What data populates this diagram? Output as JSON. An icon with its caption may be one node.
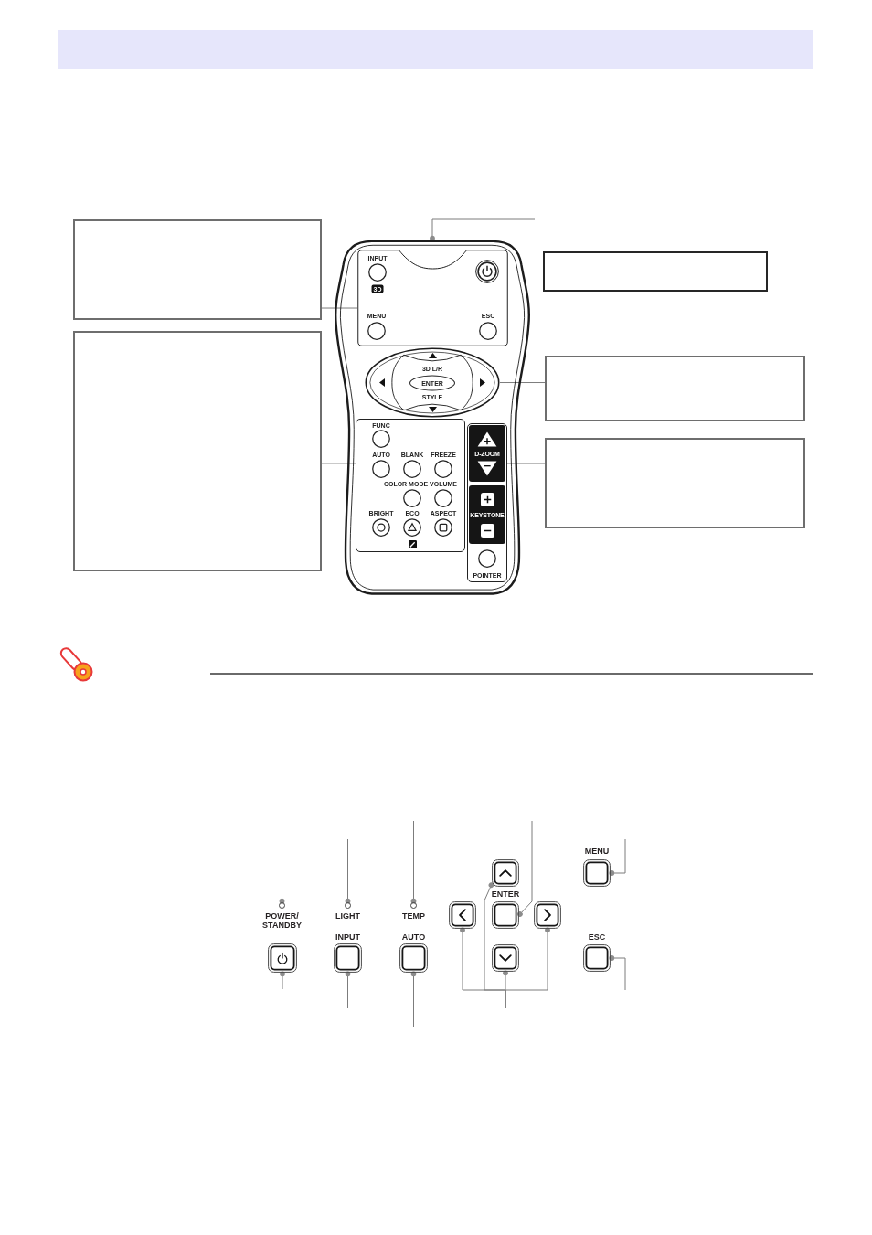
{
  "diagram": {
    "nodes": [
      {
        "text": [],
        "shape": "box"
      },
      {
        "text": [],
        "shape": "box"
      },
      {
        "text": [],
        "shape": "picture"
      },
      {
        "text": [
          "INPUT",
          "3D",
          "MENU",
          "ESC"
        ],
        "in": 2
      },
      {
        "text": [
          "3D L/R",
          "ENTER",
          "STYLE"
        ],
        "in": 2
      },
      {
        "text": [
          "FUNC",
          "AUTO",
          "BLANK",
          "FREEZE",
          "COLOR MODE",
          "VOLUME",
          "BRIGHT",
          "ECO",
          "ASPECT"
        ],
        "in": 2
      },
      {
        "text": [
          "D-ZOOM",
          "KEYSTONE",
          "POINTER"
        ],
        "in": 2
      },
      {
        "text": [],
        "shape": "box"
      },
      {
        "text": [],
        "shape": "box"
      },
      {
        "text": [],
        "shape": "box"
      },
      {
        "text": [],
        "shape": "box"
      },
      {
        "text": [],
        "shape": "box",
        "beside": [
          "MENU"
        ]
      },
      {
        "text": [],
        "shape": "circle",
        "beside": [
          "POWER/ STANDBY"
        ]
      },
      {
        "text": [],
        "shape": "circle",
        "beside": [
          "LIGHT"
        ]
      },
      {
        "text": [],
        "shape": "circle",
        "beside": [
          "TEMP"
        ]
      },
      {
        "text": [],
        "shape": "box"
      },
      {
        "text": [],
        "shape": "box",
        "beside": [
          "ENTER"
        ]
      },
      {
        "text": [],
        "shape": "box"
      },
      {
        "text": [],
        "shape": "box"
      },
      {
        "text": [],
        "shape": "box",
        "beside": [
          "INPUT"
        ]
      },
      {
        "text": [],
        "shape": "box",
        "beside": [
          "AUTO"
        ]
      },
      {
        "text": [],
        "shape": "box"
      },
      {
        "text": [],
        "shape": "box",
        "beside": [
          "ESC"
        ]
      }
    ],
    "edges": [
      {
        "from": 0,
        "to": 3,
        "arrow": "none"
      },
      {
        "from": null,
        "to": 2,
        "arrow": "other"
      },
      {
        "from": 7,
        "to": 5,
        "arrow": "none"
      },
      {
        "from": 8,
        "to": 4,
        "arrow": "none"
      },
      {
        "from": 9,
        "to": 6,
        "arrow": "none"
      },
      {
        "from": null,
        "to": 12,
        "arrow": "other"
      },
      {
        "from": null,
        "to": 13,
        "arrow": "other"
      },
      {
        "from": null,
        "to": 14,
        "arrow": "other"
      },
      {
        "from": null,
        "to": 16,
        "arrow": "other"
      },
      {
        "from": null,
        "to": 11,
        "arrow": "other"
      },
      {
        "from": null,
        "to": 10,
        "arrow": "other"
      },
      {
        "from": null,
        "to": 15,
        "arrow": "other"
      },
      {
        "from": null,
        "to": 17,
        "arrow": "other"
      },
      {
        "from": null,
        "to": 21,
        "arrow": "other"
      },
      {
        "from": null,
        "to": 18,
        "arrow": "other"
      },
      {
        "from": null,
        "to": 19,
        "arrow": "other"
      },
      {
        "from": null,
        "to": 20,
        "arrow": "other"
      },
      {
        "from": null,
        "to": 22,
        "arrow": "other"
      }
    ]
  }
}
